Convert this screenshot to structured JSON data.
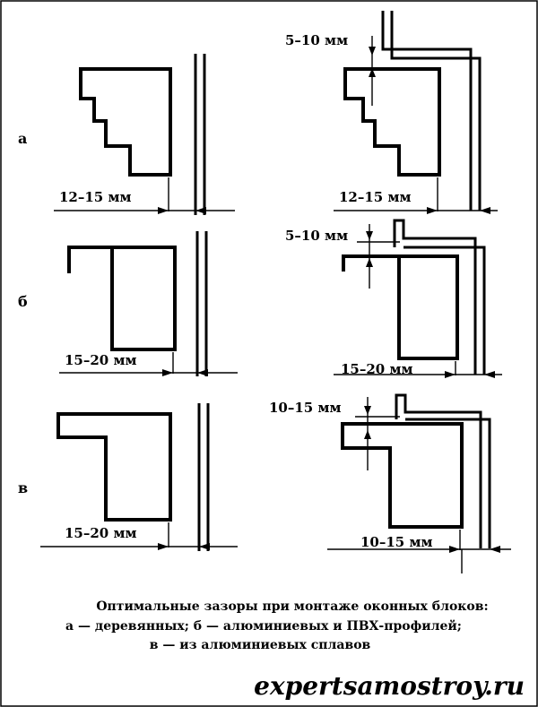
{
  "rows": {
    "a": {
      "label": "а",
      "left_gap": "12–15 мм",
      "right_top_gap": "5–10 мм",
      "right_gap": "12–15 мм"
    },
    "b": {
      "label": "б",
      "left_gap": "15–20 мм",
      "right_top_gap": "5–10 мм",
      "right_gap": "15–20 мм"
    },
    "v": {
      "label": "в",
      "left_gap": "15–20 мм",
      "right_top_gap": "10–15 мм",
      "right_gap": "10–15 мм"
    }
  },
  "caption": {
    "line1": "Оптимальные зазоры при монтаже оконных блоков:",
    "line2": "а — деревянных; б — алюминиевых и ПВХ-профилей;",
    "line3": "в — из алюминиевых сплавов"
  },
  "watermark": "expertsamostroy.ru"
}
